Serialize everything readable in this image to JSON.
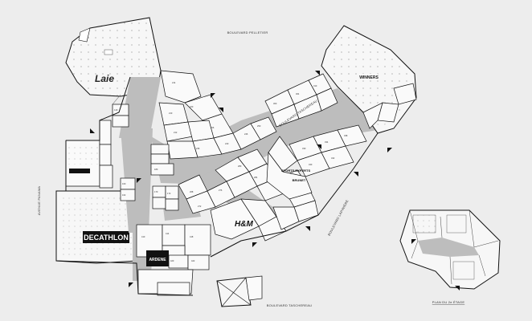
{
  "streets": {
    "north": "BOULEVARD PELLETIER",
    "east": "BOULEVARD LAPINIÈRE",
    "south": "BOULEVARD TASCHEREAU",
    "inner_east": "BOULEVARD TASCHEREAU",
    "west": "AVENUE PANAMA"
  },
  "anchors": {
    "la_baie": "Laie",
    "decathlon": "DECATHLON",
    "ardene": "ARDENE",
    "winners": "WINNERS",
    "hm": "H&M",
    "sports_experts": "SPORTS EXPERTS",
    "brunet": "BRUNET"
  },
  "inset": {
    "title": "PLAN DU 2e ÉTAGE"
  }
}
